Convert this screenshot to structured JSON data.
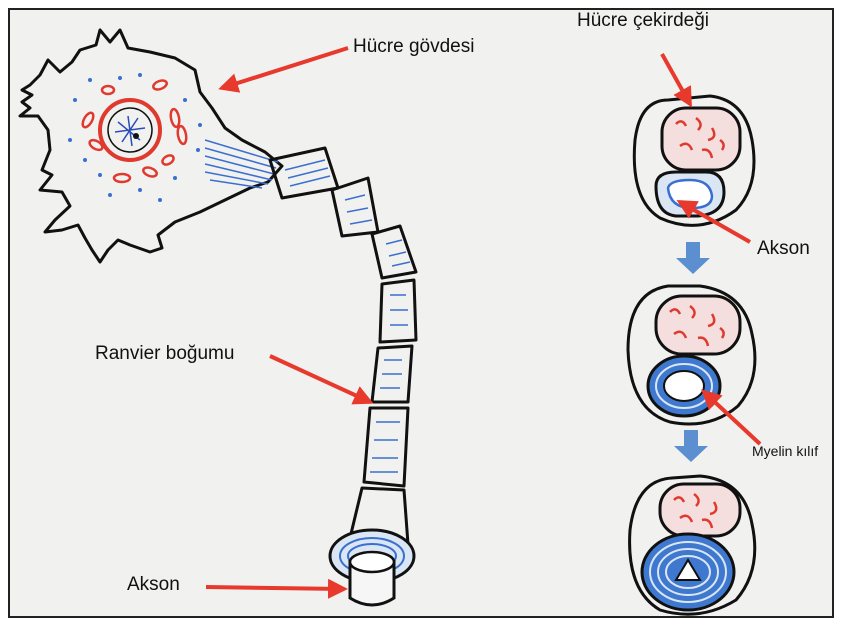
{
  "labels": {
    "cell_body": "Hücre gövdesi",
    "nucleus": "Hücre çekirdeği",
    "node_of_ranvier": "Ranvier boğumu",
    "axon_bottom": "Akson",
    "axon_right": "Akson",
    "myelin_sheath": "Myelin kılıf"
  },
  "colors": {
    "ink": "#111111",
    "arrow": "#e8392d",
    "myelin_blue": "#4a86d8",
    "organelle_red": "#e03a2f",
    "step_arrow": "#5b8fd0",
    "paper": "#f1f1f0"
  },
  "icons": {
    "step_arrow": "down-arrow-icon"
  }
}
